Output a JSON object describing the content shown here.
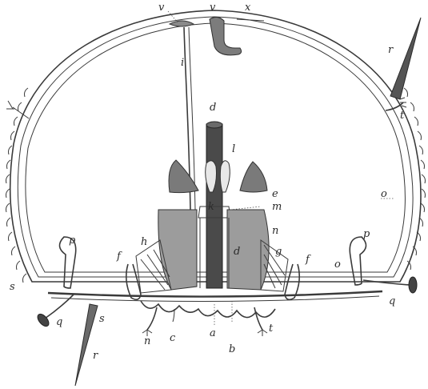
{
  "labels": {
    "v_left": "v",
    "v_top": "v",
    "x": "x",
    "r_right": "r",
    "t_right": "t",
    "i": "i",
    "d_top": "d",
    "l": "l",
    "e": "e",
    "k": "k",
    "m": "m",
    "o_right": "o",
    "n": "n",
    "p_left": "p",
    "p_right": "p",
    "h": "h",
    "f_left": "f",
    "d_center": "d",
    "g": "g",
    "f_right": "f",
    "o_lower": "o",
    "s_left": "s",
    "q_left": "q",
    "s_mid": "s",
    "q_right": "q",
    "r_left": "r",
    "n_bottom": "n",
    "c": "c",
    "a": "a",
    "b": "b",
    "t_bottom": "t"
  }
}
